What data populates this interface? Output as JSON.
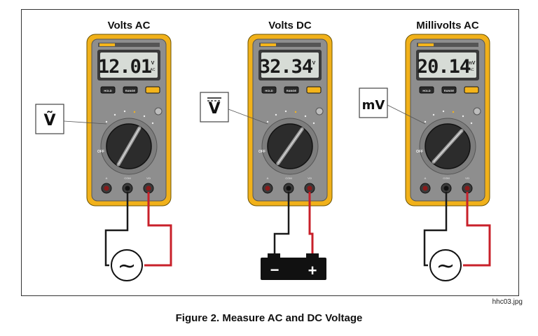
{
  "panels": [
    {
      "title": "Volts AC",
      "reading": "12.01",
      "unit": "V",
      "unit_sub": "AC",
      "callout": "Ṽ",
      "callout_kind": "ac",
      "source": "ac"
    },
    {
      "title": "Volts DC",
      "reading": "32.34",
      "unit": "V",
      "unit_sub": "",
      "callout": "V",
      "callout_kind": "dc",
      "source": "battery"
    },
    {
      "title": "Millivolts AC",
      "reading": "20.14",
      "unit": "mV",
      "unit_sub": "AC",
      "callout": "mV",
      "callout_kind": "ac",
      "source": "ac"
    }
  ],
  "meter": {
    "buttons": [
      "HOLD",
      "RANGE",
      ""
    ],
    "dial_labels": [
      "OFF"
    ],
    "jack_labels": [
      "A",
      "COM",
      "VΩ"
    ],
    "accent_color": "#f5b51b",
    "body_color": "#f1b11a",
    "face_color": "#8e8e8e",
    "lead_black": "#1a1a1a",
    "lead_red": "#c8202a"
  },
  "ac_symbol": "~",
  "battery": {
    "neg": "−",
    "pos": "+"
  },
  "file_tag": "hhc03.jpg",
  "caption": "Figure 2. Measure AC and DC Voltage"
}
